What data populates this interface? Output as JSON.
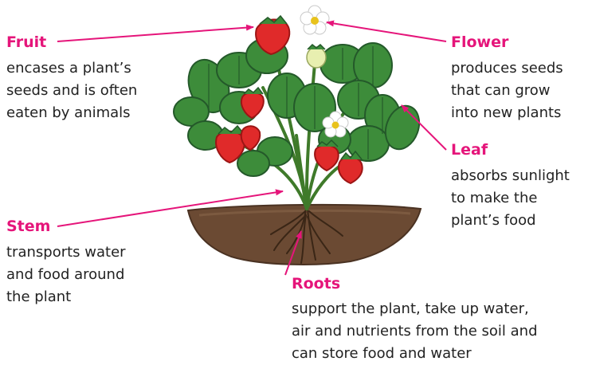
{
  "accent_color": "#e5157a",
  "parts": {
    "fruit": {
      "title": "Fruit",
      "desc": "encases a plant’s\nseeds and is often\neaten by animals"
    },
    "flower": {
      "title": "Flower",
      "desc": "produces seeds\nthat can grow\ninto new plants"
    },
    "leaf": {
      "title": "Leaf",
      "desc": "absorbs sunlight\nto make the\nplant’s food"
    },
    "stem": {
      "title": "Stem",
      "desc": "transports water\nand food around\nthe plant"
    },
    "roots": {
      "title": "Roots",
      "desc": "support the plant, take up water,\nair and nutrients from the soil and\ncan store food and water"
    }
  }
}
